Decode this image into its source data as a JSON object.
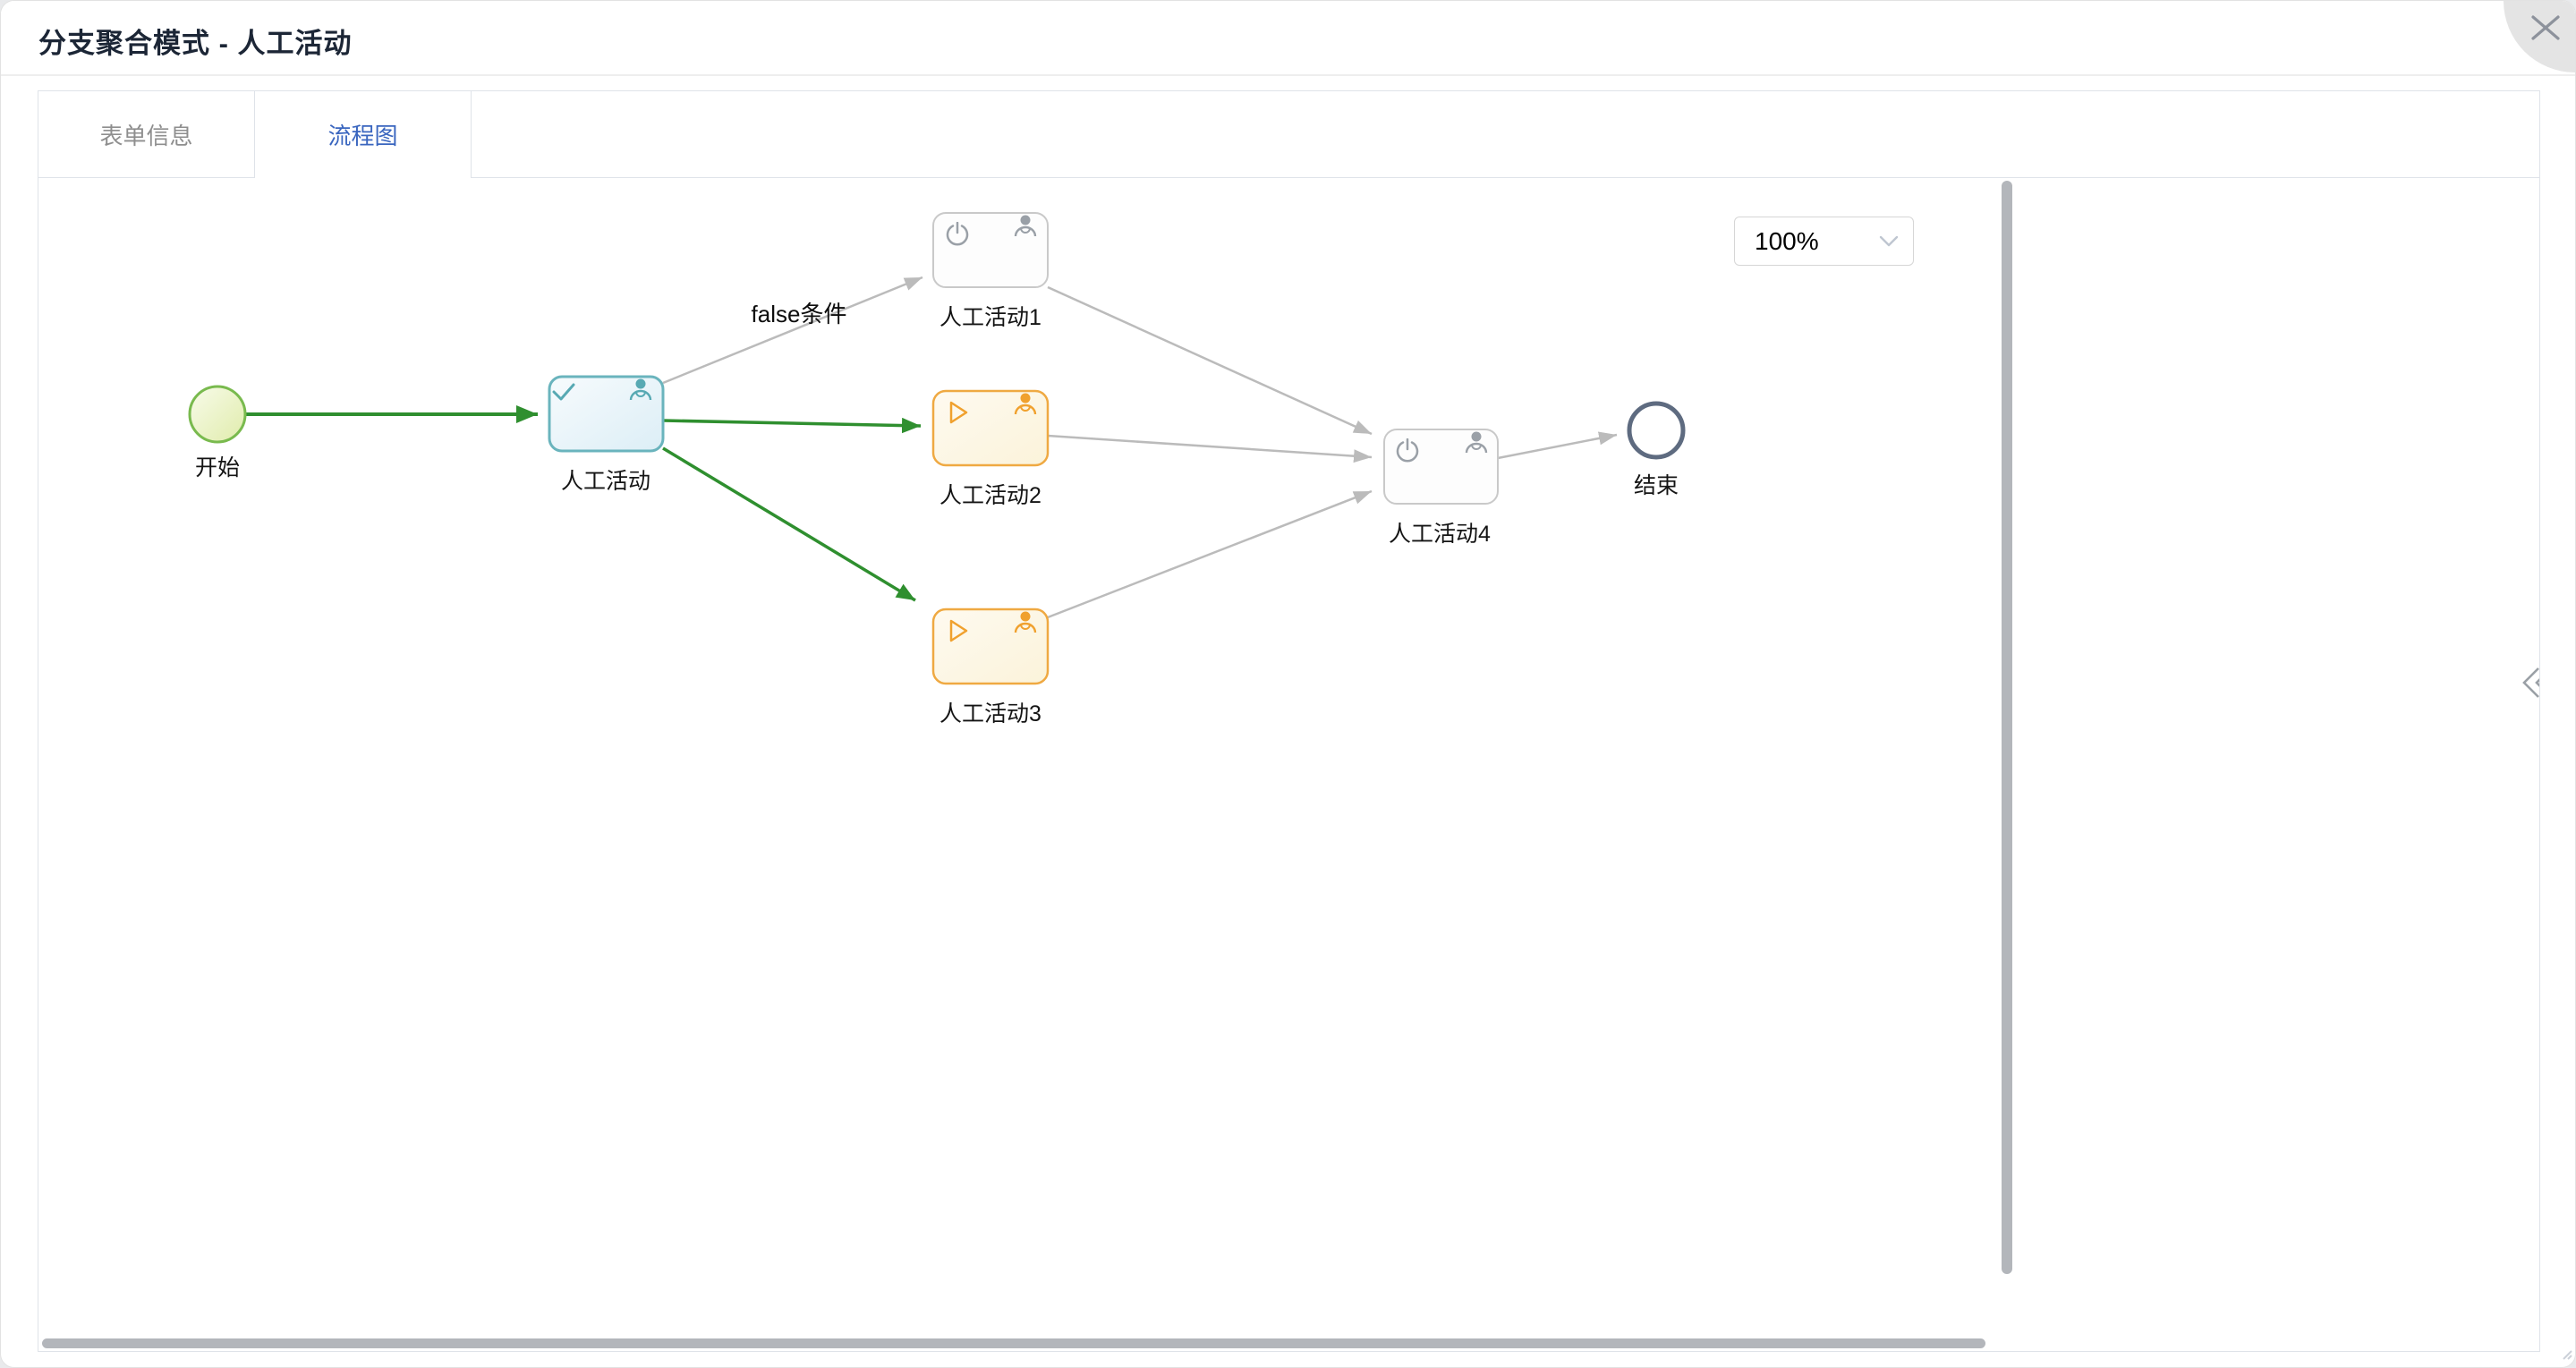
{
  "window": {
    "title": "分支聚合模式 - 人工活动"
  },
  "tabs": [
    {
      "label": "表单信息",
      "active": false
    },
    {
      "label": "流程图",
      "active": true
    }
  ],
  "toolbar": {
    "zoom_level": "100%"
  },
  "icons": {
    "close": "x-cross",
    "zoom_chevron": "chevron-down",
    "collapse": "double-chevron-left"
  },
  "colors": {
    "tab_active": "#3a66bf",
    "path_done": "#2f8f2f",
    "path_pending": "#bbbbbb",
    "node_active_border": "#6ab4bd",
    "node_running_border": "#efa942",
    "node_idle_border": "#c9c9c9",
    "start_border": "#79ba4e",
    "end_border": "#5e6b80"
  },
  "flowchart": {
    "nodes": [
      {
        "label": "开始",
        "type": "start-event",
        "icons": []
      },
      {
        "label": "人工活动",
        "type": "user-task",
        "icons": [
          "check-icon",
          "person-icon"
        ]
      },
      {
        "label": "人工活动1",
        "type": "user-task",
        "icons": [
          "power-icon",
          "person-icon"
        ]
      },
      {
        "label": "人工活动2",
        "type": "user-task",
        "icons": [
          "play-icon",
          "person-icon"
        ]
      },
      {
        "label": "人工活动3",
        "type": "user-task",
        "icons": [
          "play-icon",
          "person-icon"
        ]
      },
      {
        "label": "人工活动4",
        "type": "user-task",
        "icons": [
          "power-icon",
          "person-icon"
        ]
      },
      {
        "label": "结束",
        "type": "end-event",
        "icons": []
      }
    ],
    "edges": [
      {
        "from": "开始",
        "to": "人工活动",
        "color": "#2f8f2f",
        "label": ""
      },
      {
        "from": "人工活动",
        "to": "人工活动1",
        "color": "#bbbbbb",
        "label": "false条件"
      },
      {
        "from": "人工活动",
        "to": "人工活动2",
        "color": "#2f8f2f",
        "label": ""
      },
      {
        "from": "人工活动",
        "to": "人工活动3",
        "color": "#2f8f2f",
        "label": ""
      },
      {
        "from": "人工活动1",
        "to": "人工活动4",
        "color": "#bbbbbb",
        "label": ""
      },
      {
        "from": "人工活动2",
        "to": "人工活动4",
        "color": "#bbbbbb",
        "label": ""
      },
      {
        "from": "人工活动3",
        "to": "人工活动4",
        "color": "#bbbbbb",
        "label": ""
      },
      {
        "from": "人工活动4",
        "to": "结束",
        "color": "#bbbbbb",
        "label": ""
      }
    ]
  }
}
